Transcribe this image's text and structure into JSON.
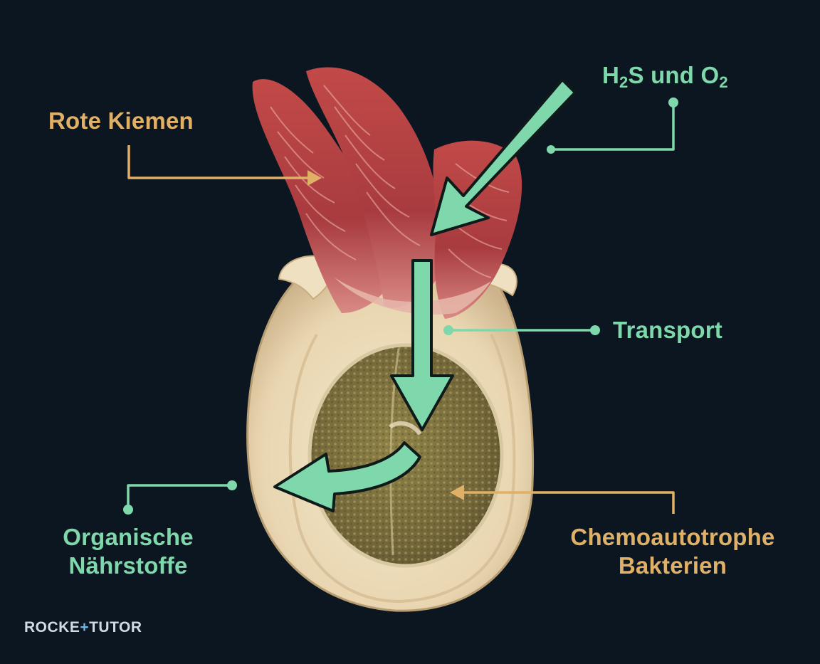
{
  "labels": {
    "gills": "Rote Kiemen",
    "h2s_o2": {
      "h": "H",
      "sub1": "2",
      "mid": "S und O",
      "sub2": "2"
    },
    "transport": "Transport",
    "organic": {
      "line1": "Organische",
      "line2": "Nährstoffe"
    },
    "bacteria": {
      "line1": "Chemoautotrophe",
      "line2": "Bakterien"
    }
  },
  "logo": {
    "part1": "ROCKE",
    "plus": "+",
    "part2": "TUTOR"
  },
  "colors": {
    "background": "#0b1620",
    "label_orange": "#e1b067",
    "label_green": "#7fd8ab",
    "arrow_green": "#7fd8ab",
    "arrow_outline": "#0f1a1a",
    "gill_red": "#c4504f",
    "tissue_cream": "#ecdcbc",
    "bacteria_olive": "#7b6f3c"
  },
  "icons": {
    "logo_icon": "rocket-tutor-wordmark"
  }
}
